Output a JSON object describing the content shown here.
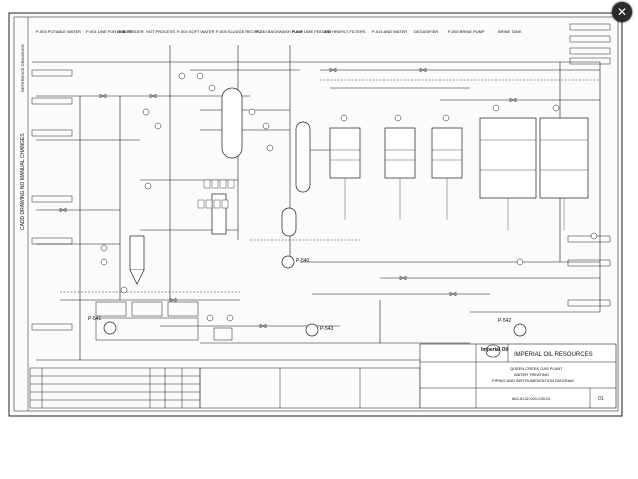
{
  "viewer": {
    "close_icon": "close-icon",
    "close_glyph": "✕"
  },
  "drawing": {
    "owner": "Imperial Oil",
    "company": "IMPERIAL OIL RESOURCES",
    "plant": "QUEEN CREEK GAS PLANT",
    "title_line1": "WATER TREATING",
    "title_line2": "PIPING AND INSTRUMENTATION DIAGRAM",
    "drawing_number": "662-6132-020-030-01",
    "sheet": "01",
    "side_labels": [
      "CADD DRAWING NO MANUAL CHANGES",
      "REFERENCE DRAWINGS"
    ],
    "pumps": [
      "P-543",
      "P-540",
      "P-541",
      "P-542"
    ]
  },
  "equipment_tags": [
    "P-503 POTABLE WATER",
    "P-901 LINE FOR BOILER",
    "LIME FEEDER",
    "HOT PROCESS",
    "P-504 SOFT WATER",
    "P-505 SLUDGE RECIRC",
    "P-540 BACKWASH PUMP",
    "P-541 LIME FEEDER",
    "ANTHRAFILT FILTERS",
    "P-515 AND WATER",
    "DEGASIFIER",
    "P-550 BRINE PUMP",
    "BRINE TANK"
  ]
}
